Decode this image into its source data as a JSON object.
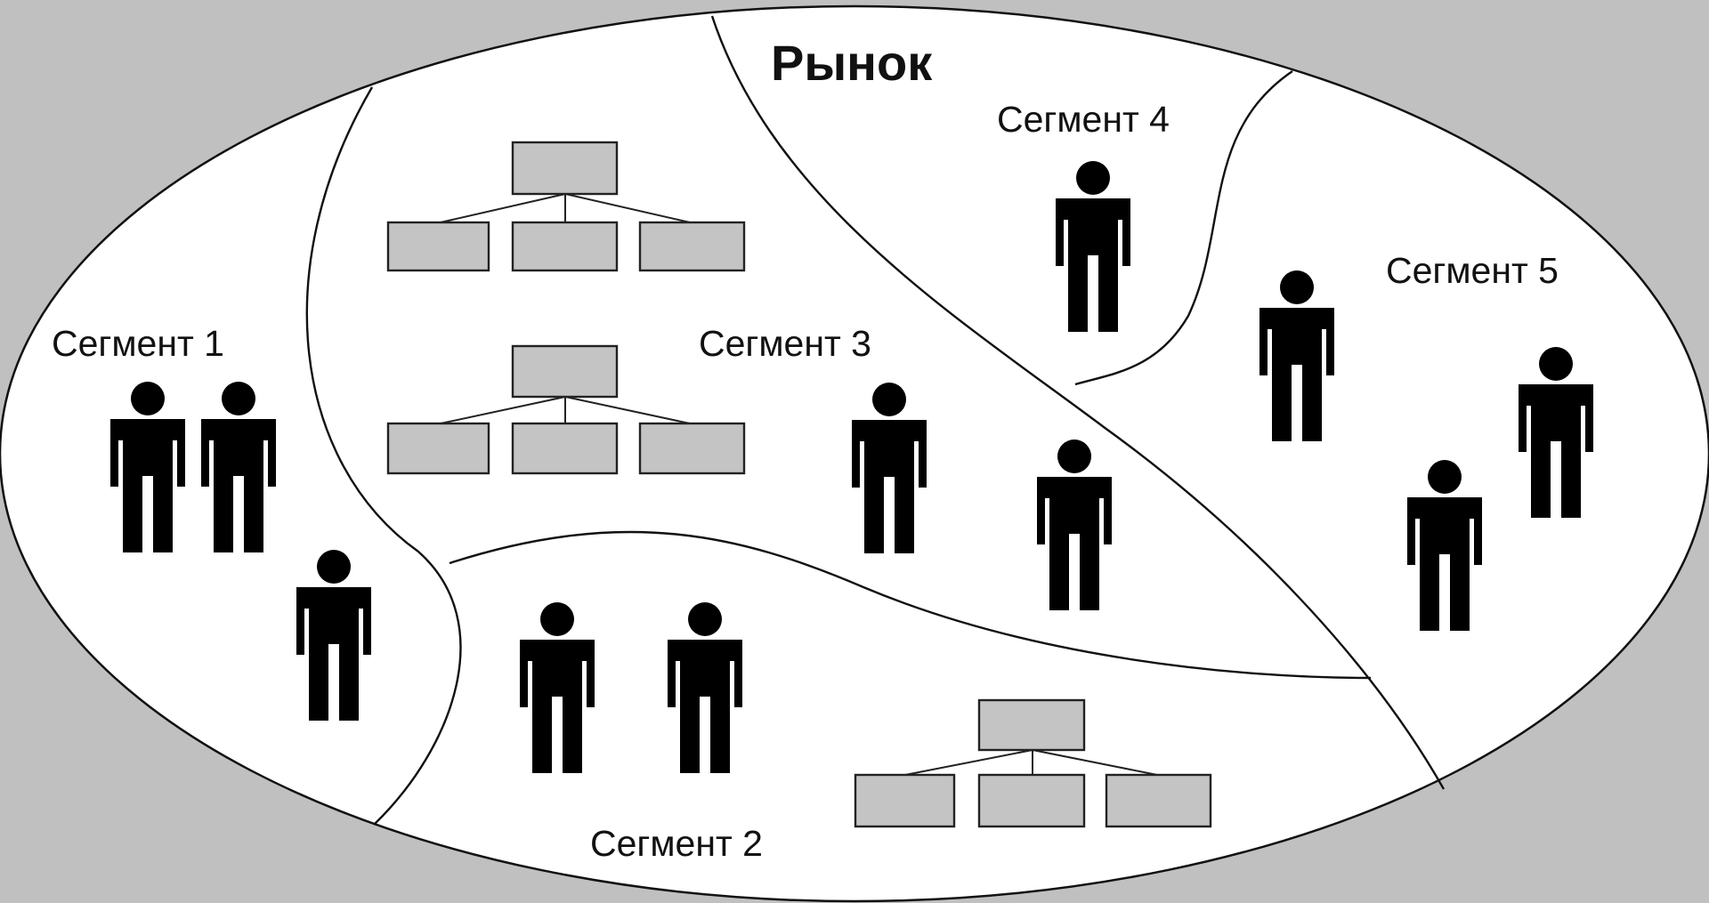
{
  "diagram": {
    "title": "Рынок",
    "segments": [
      {
        "id": "segment-1",
        "label": "Сегмент 1"
      },
      {
        "id": "segment-2",
        "label": "Сегмент 2"
      },
      {
        "id": "segment-3",
        "label": "Сегмент 3"
      },
      {
        "id": "segment-4",
        "label": "Сегмент 4"
      },
      {
        "id": "segment-5",
        "label": "Сегмент 5"
      }
    ]
  },
  "colors": {
    "background": "#c0c0c0",
    "market_fill": "#ffffff",
    "box_fill": "#c4c4c4",
    "figure": "#000000"
  }
}
